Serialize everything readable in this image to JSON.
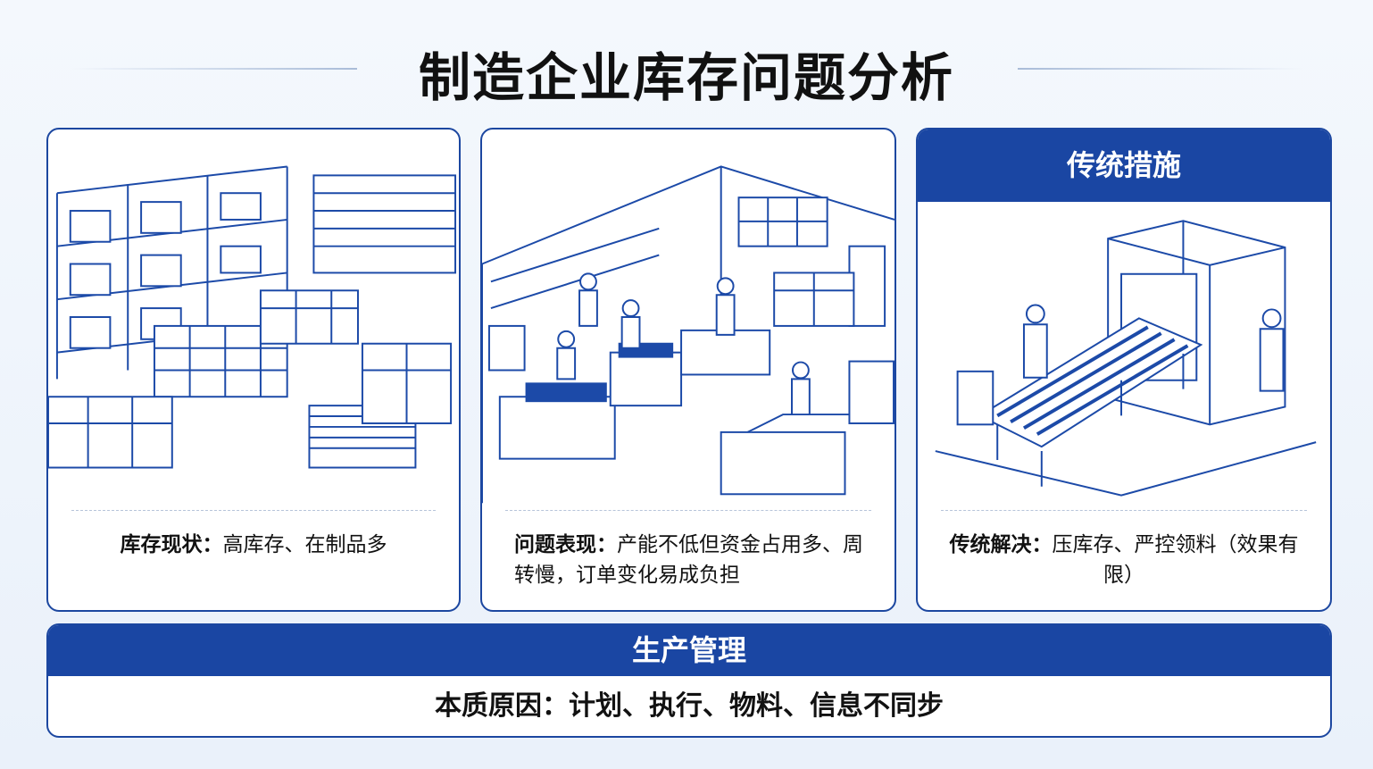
{
  "title": "制造企业库存问题分析",
  "cards": [
    {
      "label": "库存现状：",
      "text": "高库存、在制品多",
      "illustration": "warehouse-shelves-pallets"
    },
    {
      "label": "问题表现：",
      "text": "产能不低但资金占用多、周转慢，订单变化易成负担",
      "illustration": "factory-workers-workstations"
    },
    {
      "header": "传统措施",
      "label": "传统解决：",
      "text": "压库存、严控领料（效果有限）",
      "illustration": "conveyor-machine-workers"
    }
  ],
  "bottom": {
    "header": "生产管理",
    "text": "本质原因：计划、执行、物料、信息不同步"
  },
  "colors": {
    "accent": "#1a46a3",
    "line_art": "#1c4aa8"
  }
}
